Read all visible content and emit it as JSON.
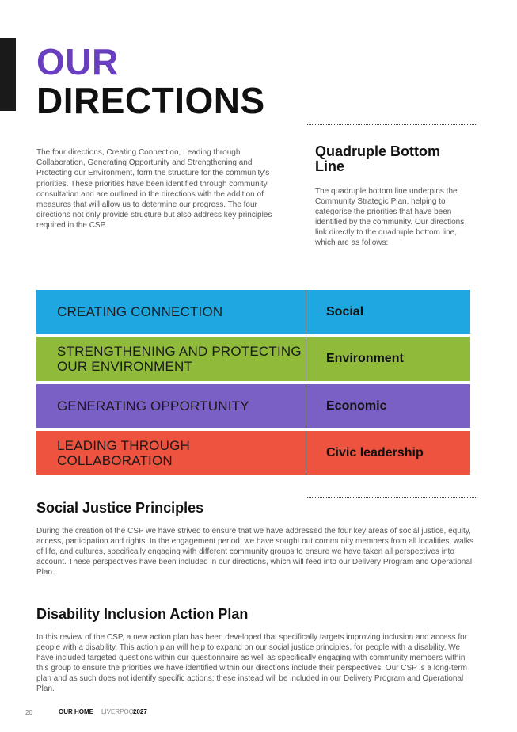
{
  "title": {
    "line1": "OUR",
    "line2": "DIRECTIONS"
  },
  "intro": "The four directions, Creating Connection, Leading through Collaboration, Generating Opportunity and Strengthening and Protecting our Environment, form the structure for the community's priorities. These priorities have been identified through community consultation and are outlined in the directions with the addition of measures that will allow us to determine our progress. The four directions not only provide structure but also address key principles required in the CSP.",
  "quadruple": {
    "title": "Quadruple Bottom Line",
    "text": "The quadruple bottom line underpins the Community Strategic Plan, helping to categorise the priorities that have been identified by the community. Our directions link directly to the quadruple bottom line, which are as follows:"
  },
  "directions": [
    {
      "name": "CREATING CONNECTION",
      "category": "Social",
      "color": "#1ea7e1"
    },
    {
      "name": "STRENGTHENING AND PROTECTING OUR ENVIRONMENT",
      "category": "Environment",
      "color": "#8fba3a"
    },
    {
      "name": "GENERATING OPPORTUNITY",
      "category": "Economic",
      "color": "#7a5fc4"
    },
    {
      "name": "LEADING THROUGH COLLABORATION",
      "category": "Civic leadership",
      "color": "#ee5340"
    }
  ],
  "social_justice": {
    "title": "Social Justice Principles",
    "text": "During the creation of the CSP we have strived to ensure that we have addressed the four key areas of social justice, equity, access, participation and rights. In the engagement period, we have sought out community members from all localities, walks of life, and cultures, specifically engaging with different community groups to ensure we have taken all perspectives into account. These perspectives have been included in our directions, which will feed into our Delivery Program and Operational Plan."
  },
  "disability": {
    "title": "Disability Inclusion Action Plan",
    "text": "In this review of the CSP, a new action plan has been developed that specifically targets improving inclusion and access for people with a disability. This action plan will help to expand on our social justice principles, for people with a disability. We have included targeted questions within our questionnaire as well as specifically engaging with community members within this group to ensure the priorities we have identified within our directions include their perspectives. Our CSP is a long-term plan and as such does not identify specific actions; these instead will be included in our Delivery Program and Operational Plan."
  },
  "footer": {
    "page": "20",
    "brand_a": "OUR HOME",
    "brand_b": "LIVERPOOL",
    "brand_c": "2027"
  }
}
